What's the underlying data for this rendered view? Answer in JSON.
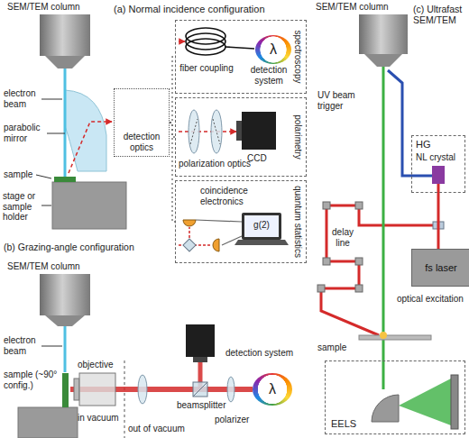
{
  "diagram": {
    "nodes": [
      {
        "text": [
          "detection optics"
        ]
      },
      {
        "text": [
          "spectroscopy"
        ]
      },
      {
        "text": [
          "λ"
        ],
        "in": 1
      },
      {
        "text": [
          "polarimetry"
        ]
      },
      {
        "text": [
          "quantum statistics"
        ]
      },
      {
        "text": [
          "λ"
        ]
      },
      {
        "text": [
          "HG",
          "NL crystal"
        ]
      },
      {
        "text": [
          "fs laser"
        ]
      },
      {
        "text": [
          "EELS"
        ]
      }
    ],
    "edges": [
      {
        "from": 0,
        "to": 1,
        "arrow": "none"
      },
      {
        "from": 0,
        "to": 3,
        "arrow": "none"
      },
      {
        "from": 0,
        "to": 4,
        "arrow": "none"
      },
      {
        "from": 7,
        "to": 6,
        "arrow": "none"
      }
    ],
    "labels": [
      "SEM/TEM column",
      "(a) Normal incidence configuration",
      "electron beam",
      "parabolic mirror",
      "sample",
      "stage or sample holder",
      "fiber coupling",
      "detection system",
      "polarization optics",
      "CCD",
      "coincidence electronics",
      "g(2)",
      "(b) Grazing-angle configuration",
      "SEM/TEM column",
      "electron beam",
      "sample (~90° config.)",
      "objective",
      "in vacuum",
      "out of vacuum",
      "beamsplitter",
      "polarizer",
      "detection system",
      "SEM/TEM column",
      "(c) Ultrafast SEM/TEM",
      "UV beam trigger",
      "delay line",
      "optical excitation",
      "sample"
    ]
  }
}
